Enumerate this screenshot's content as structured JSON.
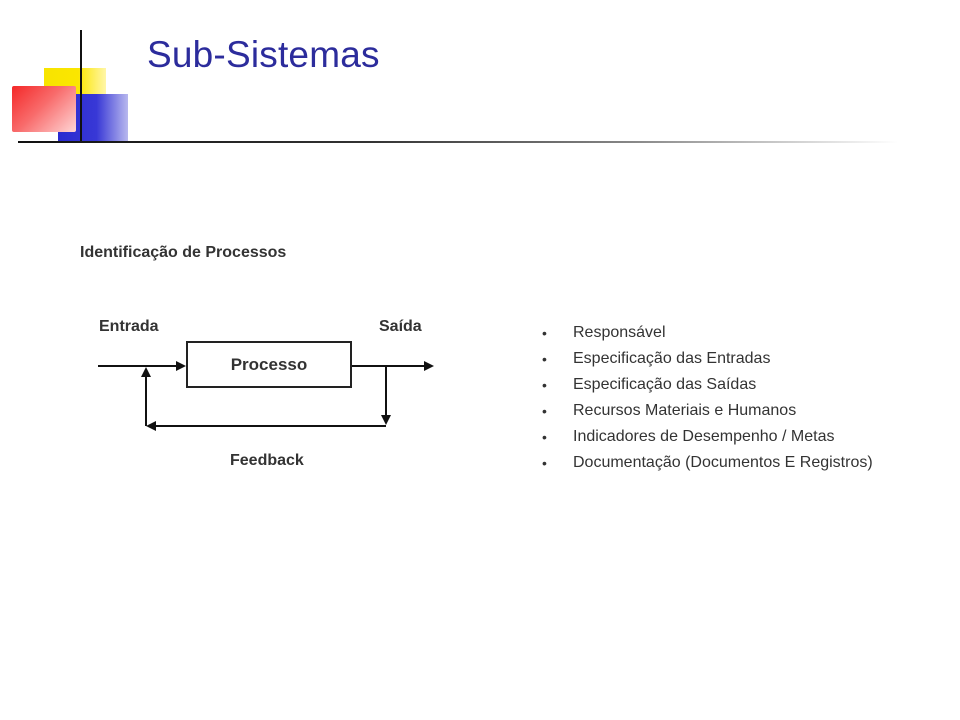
{
  "slide": {
    "title": "Sub-Sistemas"
  },
  "diagram": {
    "heading": "Identificação de Processos",
    "input_label": "Entrada",
    "output_label": "Saída",
    "process_label": "Processo",
    "feedback_label": "Feedback"
  },
  "bullets": [
    "Responsável",
    "Especificação das Entradas",
    "Especificação das Saídas",
    "Recursos Materiais e Humanos",
    "Indicadores de Desempenho / Metas",
    "Documentação (Documentos E Registros)"
  ],
  "bullet_symbol": "•",
  "colors": {
    "title": "#2c2c9c",
    "deco_yellow": "#f7e400",
    "deco_blue": "#2a2ad0",
    "deco_red": "#f42828"
  }
}
